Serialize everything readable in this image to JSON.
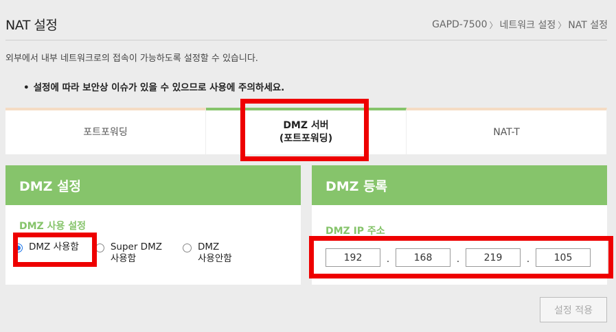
{
  "header": {
    "title": "NAT 설정",
    "breadcrumb": [
      "GAPD-7500",
      "네트워크 설정",
      "NAT 설정"
    ],
    "separator": "〉"
  },
  "description": "외부에서 내부 네트워크로의 접속이 가능하도록 설정할 수 있습니다.",
  "warning": "설정에 따라 보안상 이슈가 있을 수 있으므로 사용에 주의하세요.",
  "tabs": [
    {
      "label": "포트포워딩"
    },
    {
      "label_line1": "DMZ 서버",
      "label_line2": "(포트포워딩)"
    },
    {
      "label": "NAT-T"
    }
  ],
  "dmz_settings": {
    "title": "DMZ 설정",
    "subtitle": "DMZ 사용 설정",
    "options": [
      {
        "line1": "DMZ 사용함",
        "line2": "",
        "checked": true
      },
      {
        "line1": "Super DMZ",
        "line2": "사용함",
        "checked": false
      },
      {
        "line1": "DMZ",
        "line2": "사용안함",
        "checked": false
      }
    ]
  },
  "dmz_register": {
    "title": "DMZ 등록",
    "subtitle": "DMZ IP 주소",
    "ip": [
      "192",
      "168",
      "219",
      "105"
    ],
    "dot": "."
  },
  "apply_button": "설정 적용",
  "colors": {
    "accent_green": "#86c46b",
    "highlight_red": "#ee0000",
    "tab_inactive_border": "#f5dcc4"
  }
}
